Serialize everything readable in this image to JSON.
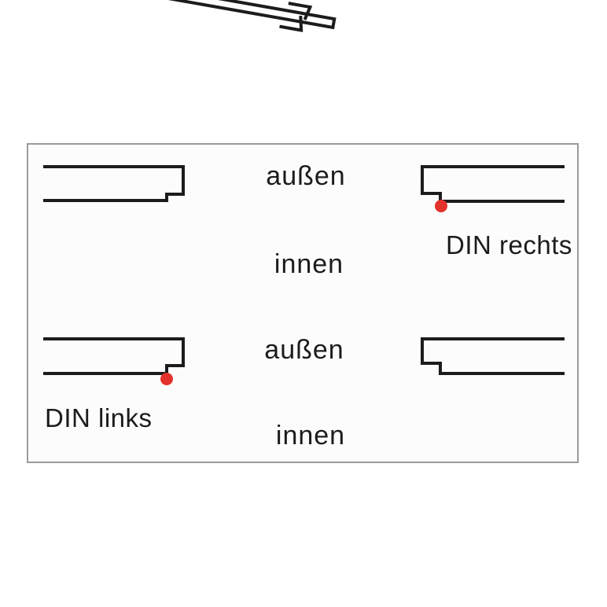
{
  "colors": {
    "line": "#1c1c1c",
    "panel_border": "#9a9a9a",
    "panel_fill": "#fcfcfc",
    "hinge_dot": "#e3312b"
  },
  "diagram": {
    "top": {
      "outside_label": "außen",
      "inside_label": "innen",
      "handing_label": "DIN rechts"
    },
    "bottom": {
      "outside_label": "außen",
      "inside_label": "innen",
      "handing_label": "DIN links"
    }
  }
}
